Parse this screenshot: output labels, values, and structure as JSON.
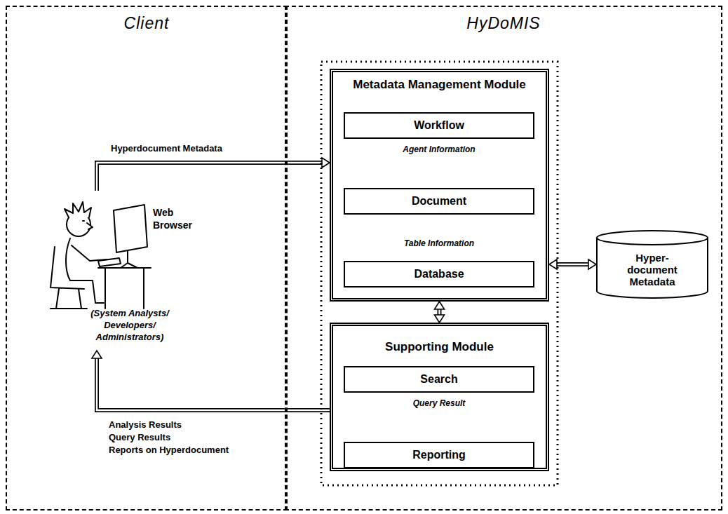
{
  "diagram": {
    "nodes": [
      {
        "text": [
          "Client"
        ]
      },
      {
        "text": [
          "HyDoMIS"
        ]
      },
      {
        "text": [
          "Metadata Management Module"
        ],
        "in": 1
      },
      {
        "text": [
          "Workflow"
        ],
        "in": 2
      },
      {
        "text": [
          "Document"
        ],
        "in": 2
      },
      {
        "text": [
          "Database"
        ],
        "in": 2
      },
      {
        "text": [
          "Supporting Module"
        ],
        "in": 1
      },
      {
        "text": [
          "Search"
        ],
        "in": 6
      },
      {
        "text": [
          "Reporting"
        ],
        "in": 6
      },
      {
        "text": [
          "Hyper-document Metadata"
        ],
        "in": 1
      },
      {
        "text": [
          "Web Browser",
          "(System Analysts/ Developers/ Administrators)"
        ],
        "in": 0
      }
    ],
    "edges": [
      {
        "from": 10,
        "to": 2,
        "label": "Hyperdocument Metadata",
        "arrow": "to"
      },
      {
        "from": 3,
        "to": 4,
        "label": "Agent Information",
        "arrow": "to"
      },
      {
        "from": 5,
        "to": 4,
        "label": "Table Information",
        "arrow": "to"
      },
      {
        "from": 2,
        "to": 6,
        "arrow": "both"
      },
      {
        "from": 2,
        "to": 9,
        "arrow": "both"
      },
      {
        "from": 6,
        "to": 10,
        "arrow": "to"
      },
      {
        "from": 7,
        "to": 8,
        "label": "Query Result",
        "arrow": "to"
      }
    ],
    "labels": [
      "Analysis Results",
      "Query Results",
      "Reports on Hyperdocument"
    ]
  }
}
